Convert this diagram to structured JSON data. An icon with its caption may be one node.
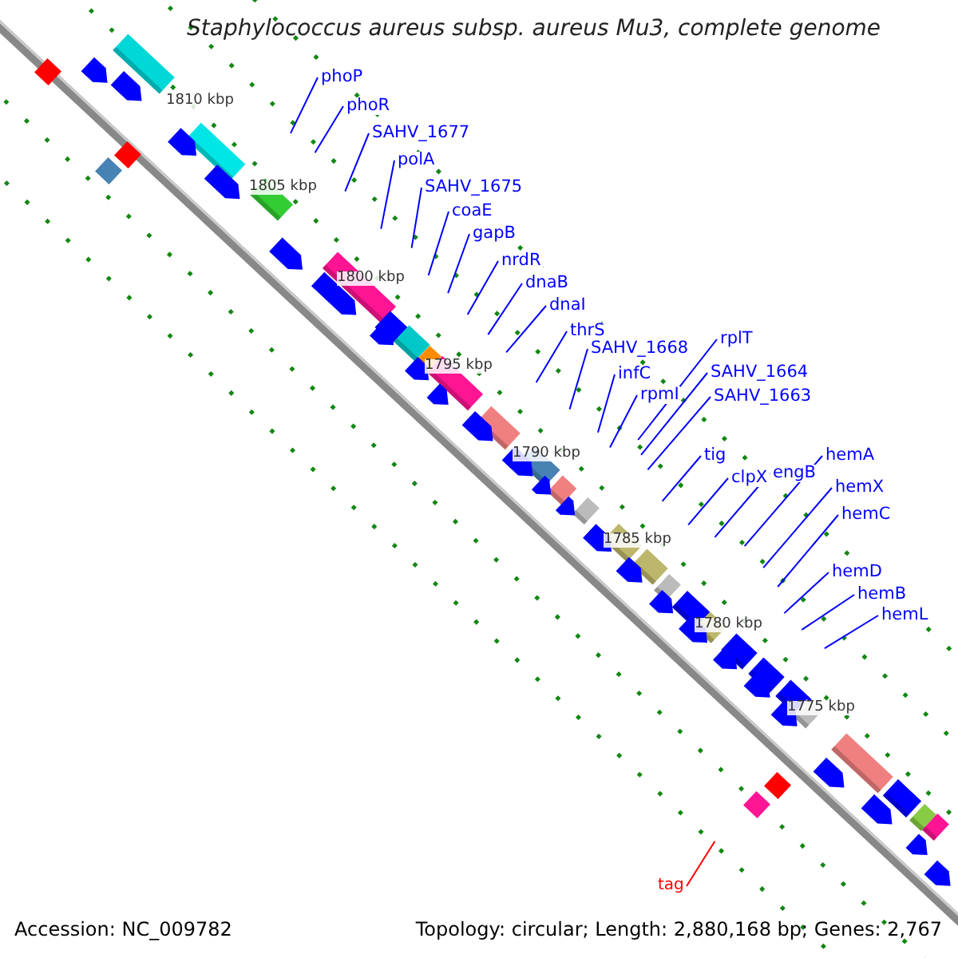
{
  "diagram": {
    "title": "Staphylococcus aureus subsp. aureus Mu3, complete genome",
    "nodes": [
      {
        "text": [
          "phoP"
        ]
      },
      {
        "text": [
          "phoR"
        ]
      },
      {
        "text": [
          "SAHV_1677"
        ]
      },
      {
        "text": [
          "polA"
        ]
      },
      {
        "text": [
          "SAHV_1675"
        ]
      },
      {
        "text": [
          "coaE"
        ]
      },
      {
        "text": [
          "gapB"
        ]
      },
      {
        "text": [
          "nrdR"
        ]
      },
      {
        "text": [
          "dnaB"
        ]
      },
      {
        "text": [
          "dnaI"
        ]
      },
      {
        "text": [
          "thrS"
        ]
      },
      {
        "text": [
          "SAHV_1668"
        ]
      },
      {
        "text": [
          "infC"
        ]
      },
      {
        "text": [
          "rpmI"
        ]
      },
      {
        "text": [
          "rplT"
        ]
      },
      {
        "text": [
          "SAHV_1664"
        ]
      },
      {
        "text": [
          "SAHV_1663"
        ]
      },
      {
        "text": [
          "tig"
        ]
      },
      {
        "text": [
          "clpX"
        ]
      },
      {
        "text": [
          "engB"
        ]
      },
      {
        "text": [
          "hemA"
        ]
      },
      {
        "text": [
          "hemX"
        ]
      },
      {
        "text": [
          "hemC"
        ]
      },
      {
        "text": [
          "hemD"
        ]
      },
      {
        "text": [
          "hemB"
        ]
      },
      {
        "text": [
          "hemL"
        ]
      },
      {
        "text": [
          "tag"
        ]
      }
    ],
    "edges": [
      {
        "from": 0,
        "to": null,
        "arrow": "none"
      },
      {
        "from": 1,
        "to": null,
        "arrow": "none"
      },
      {
        "from": 2,
        "to": null,
        "arrow": "none"
      },
      {
        "from": 3,
        "to": null,
        "arrow": "none"
      },
      {
        "from": 4,
        "to": null,
        "arrow": "none"
      },
      {
        "from": 5,
        "to": null,
        "arrow": "none"
      },
      {
        "from": 6,
        "to": null,
        "arrow": "none"
      },
      {
        "from": 7,
        "to": null,
        "arrow": "none"
      },
      {
        "from": 8,
        "to": null,
        "arrow": "none"
      },
      {
        "from": 9,
        "to": null,
        "arrow": "none"
      },
      {
        "from": 10,
        "to": null,
        "arrow": "none"
      },
      {
        "from": 11,
        "to": null,
        "arrow": "none"
      },
      {
        "from": 12,
        "to": null,
        "arrow": "none"
      },
      {
        "from": 13,
        "to": null,
        "arrow": "none"
      },
      {
        "from": 14,
        "to": null,
        "arrow": "none"
      },
      {
        "from": 15,
        "to": null,
        "arrow": "none"
      },
      {
        "from": 16,
        "to": null,
        "arrow": "none"
      },
      {
        "from": 17,
        "to": null,
        "arrow": "none"
      },
      {
        "from": 18,
        "to": null,
        "arrow": "none"
      },
      {
        "from": 19,
        "to": null,
        "arrow": "none"
      },
      {
        "from": 20,
        "to": null,
        "arrow": "none"
      },
      {
        "from": 21,
        "to": null,
        "arrow": "none"
      },
      {
        "from": 22,
        "to": null,
        "arrow": "none"
      },
      {
        "from": 23,
        "to": null,
        "arrow": "none"
      },
      {
        "from": 24,
        "to": null,
        "arrow": "none"
      },
      {
        "from": 25,
        "to": null,
        "arrow": "none"
      },
      {
        "from": 26,
        "to": null,
        "arrow": "none",
        "color": "#ff0000"
      }
    ],
    "labels": [
      "1810 kbp",
      "1805 kbp",
      "1800 kbp",
      "1795 kbp",
      "1790 kbp",
      "1785 kbp",
      "1780 kbp",
      "1775 kbp",
      "Accession: NC_009782",
      "Topology: circular; Length: 2,880,168 bp; Genes: 2,767"
    ]
  }
}
